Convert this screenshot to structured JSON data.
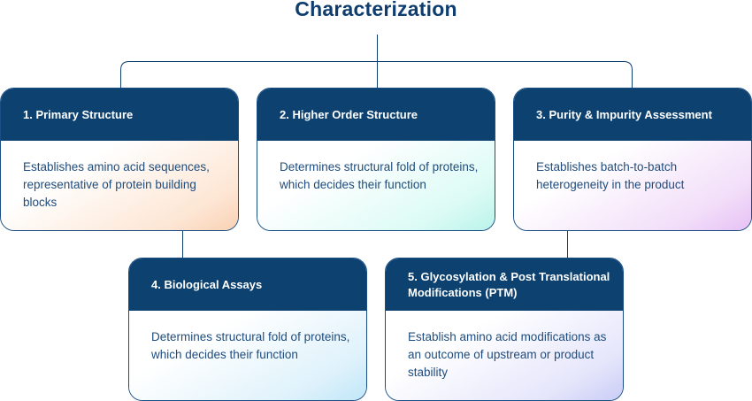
{
  "title": "Characterization",
  "cards": [
    {
      "heading": "1. Primary Structure",
      "text": "Establishes amino acid sequences, representative of protein building blocks"
    },
    {
      "heading": "2. Higher Order Structure",
      "text": "Determines structural fold of proteins, which decides their function"
    },
    {
      "heading": "3. Purity & Impurity Assessment",
      "text": "Establishes batch-to-batch heterogeneity in the product"
    },
    {
      "heading": "4. Biological Assays",
      "text": "Determines structural fold of proteins, which decides their function"
    },
    {
      "heading": "5. Glycosylation & Post Translational Modifications (PTM)",
      "text": "Establish amino acid modifications as an outcome of upstream or product stability"
    }
  ],
  "colors": {
    "title": "#0e3d6e",
    "header_bg": "#0c4170",
    "border": "#1a4f86",
    "connector": "#0f3f6f"
  }
}
